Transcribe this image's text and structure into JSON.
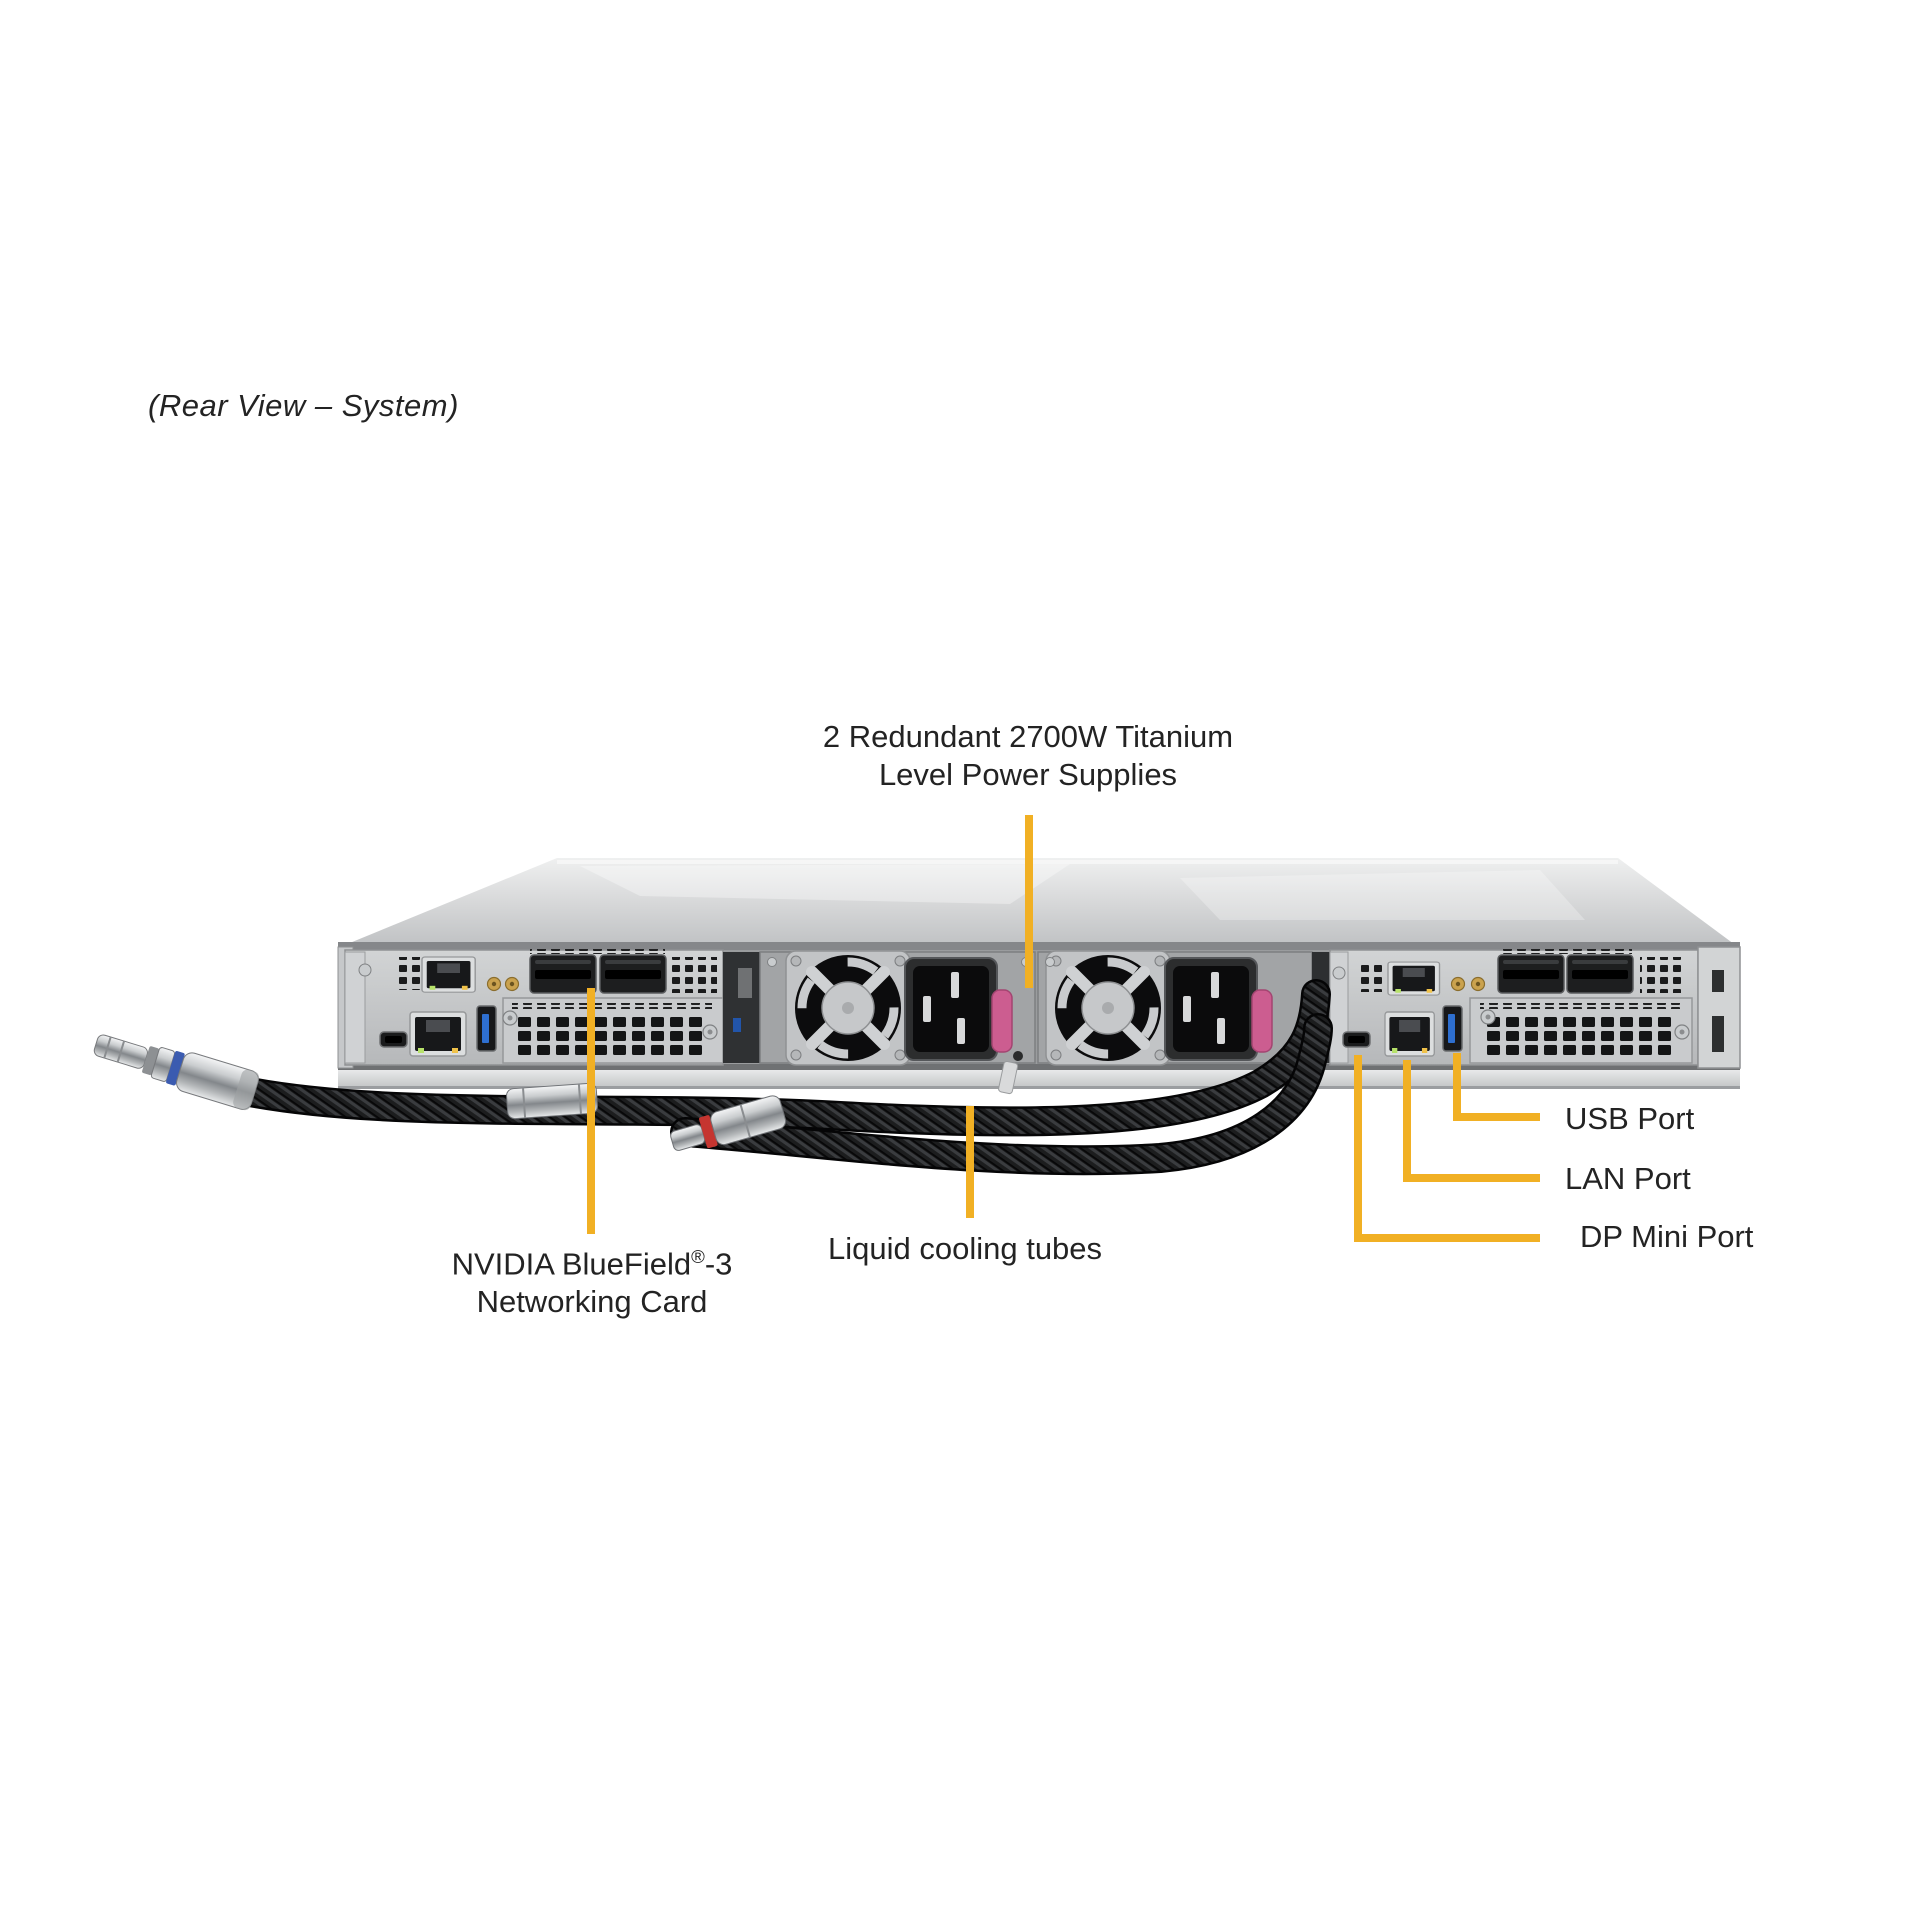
{
  "title": "(Rear View – System)",
  "colors": {
    "callout_yellow": "#F1B024",
    "text_color": "#232323",
    "usb_blue": "#2E6FD0",
    "psu_latch_pink": "#CC5D90",
    "connector_band_blue": "#3B5BB0",
    "connector_band_red": "#C53530"
  },
  "callouts": {
    "psu": {
      "line1": "2 Redundant 2700W Titanium",
      "line2": "Level Power Supplies"
    },
    "networking_card": {
      "brand": "NVIDIA BlueField",
      "reg_mark": "®",
      "suffix": "-3",
      "line2": "Networking Card"
    },
    "liquid_cooling": {
      "label": "Liquid cooling tubes"
    },
    "usb": {
      "label": "USB Port"
    },
    "lan": {
      "label": "LAN Port"
    },
    "dp_mini": {
      "label": "DP Mini Port"
    }
  }
}
